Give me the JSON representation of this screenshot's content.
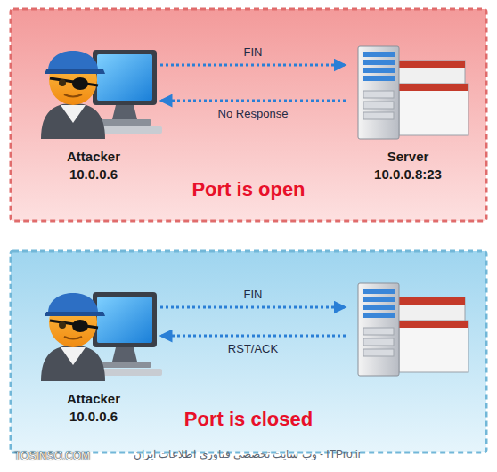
{
  "diagram": {
    "nodes": [
      {
        "text": [
          "Port is open"
        ]
      },
      {
        "text": [
          "Attacker 10.0.0.6"
        ],
        "in": 0
      },
      {
        "text": [
          "Server 10.0.0.8:23"
        ],
        "in": 0
      },
      {
        "text": [
          "Port is closed"
        ]
      },
      {
        "text": [
          "Attacker 10.0.0.6"
        ],
        "in": 3
      },
      {
        "text": [],
        "in": 3
      }
    ],
    "edges": [
      {
        "from": 1,
        "to": 2,
        "label": "FIN",
        "arrow": "to"
      },
      {
        "from": 2,
        "to": 1,
        "label": "No Response",
        "arrow": "to"
      },
      {
        "from": 4,
        "to": 5,
        "label": "FIN",
        "arrow": "to"
      },
      {
        "from": 5,
        "to": 4,
        "label": "RST/ACK",
        "arrow": "to"
      }
    ],
    "labels": [
      "TOSINSO.COM",
      "ITPro.ir - وب سایت تخصصی فناوری اطلاعات ایران"
    ]
  }
}
